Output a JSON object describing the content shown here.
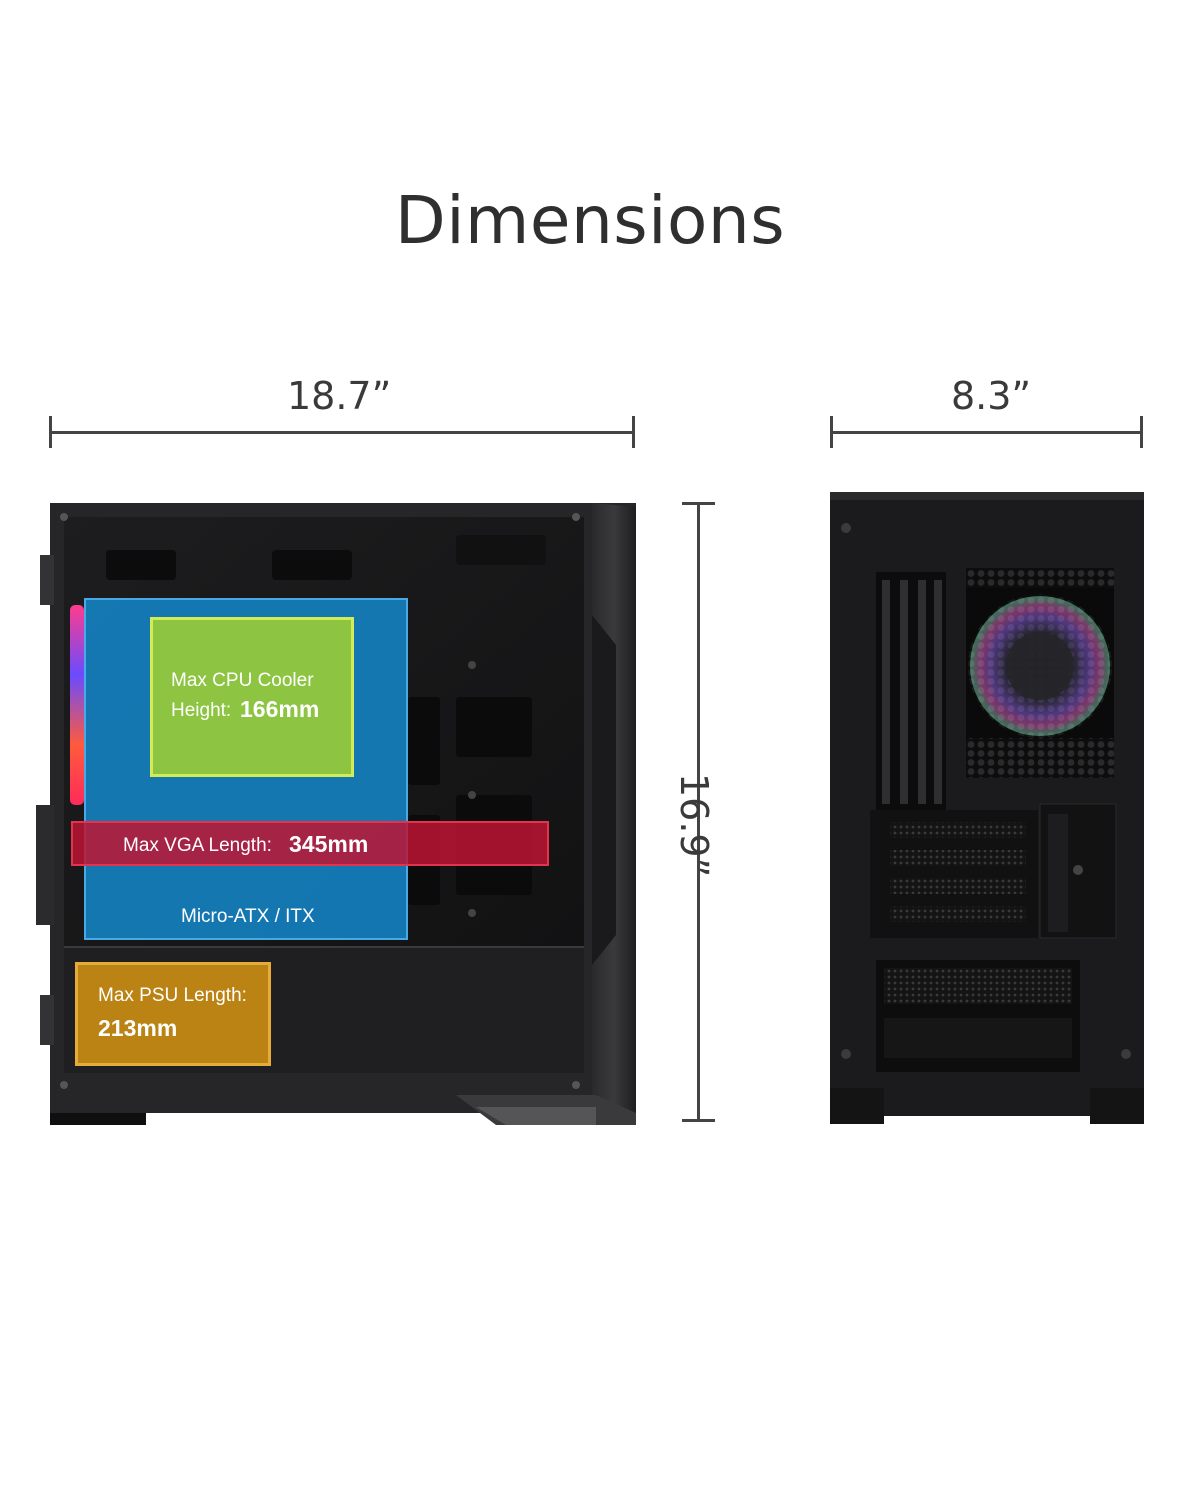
{
  "title": "Dimensions",
  "dimensions": {
    "side_width": "18.7”",
    "height": "16.9”",
    "rear_width": "8.3”"
  },
  "overlays": {
    "cpu_cooler_line1": "Max CPU Cooler",
    "cpu_cooler_line2_prefix": "Height:",
    "cpu_cooler_value": "166mm",
    "vga_prefix": "Max VGA Length:",
    "vga_value": "345mm",
    "motherboard": "Micro-ATX / ITX",
    "psu_line1": "Max PSU Length:",
    "psu_value": "213mm"
  },
  "colors": {
    "motherboard": "#1a8bd0",
    "cpu_cooler": "#94c83c",
    "vga": "#be1432",
    "psu": "#c88c14",
    "case_body": "#1b1b1d"
  }
}
